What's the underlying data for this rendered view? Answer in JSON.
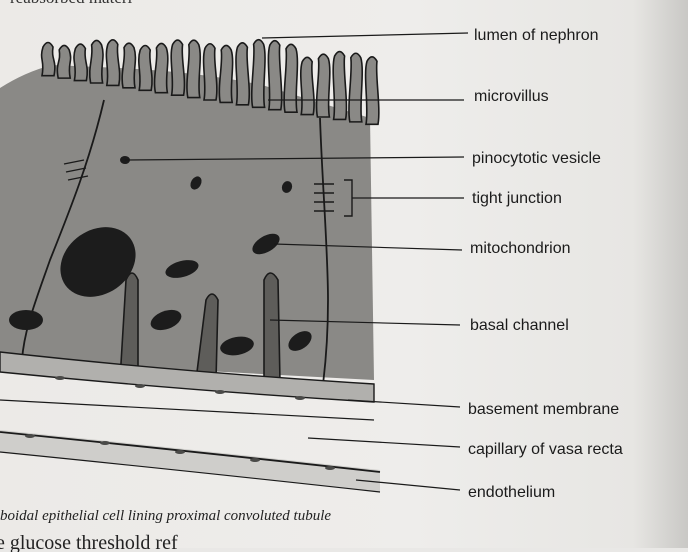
{
  "labels": {
    "lumen": "lumen of nephron",
    "microvillus": "microvillus",
    "vesicle": "pinocytotic vesicle",
    "tight_junction": "tight junction",
    "mitochondrion": "mitochondrion",
    "basal_channel": "basal channel",
    "basement_membrane": "basement membrane",
    "capillary": "capillary of vasa recta",
    "endothelium": "endothelium"
  },
  "caption": "boidal epithelial cell lining proximal convoluted tubule",
  "bottom_text": "e glucose threshold ref",
  "top_text": "reabsorbed materi",
  "colors": {
    "cell_fill": "#8a8986",
    "outline": "#1a1a1a",
    "mito_fill": "#1c1c1c",
    "channel_fill": "#5e5d5a",
    "membrane_fill": "#b1b0ad",
    "page": "#eceae7"
  }
}
